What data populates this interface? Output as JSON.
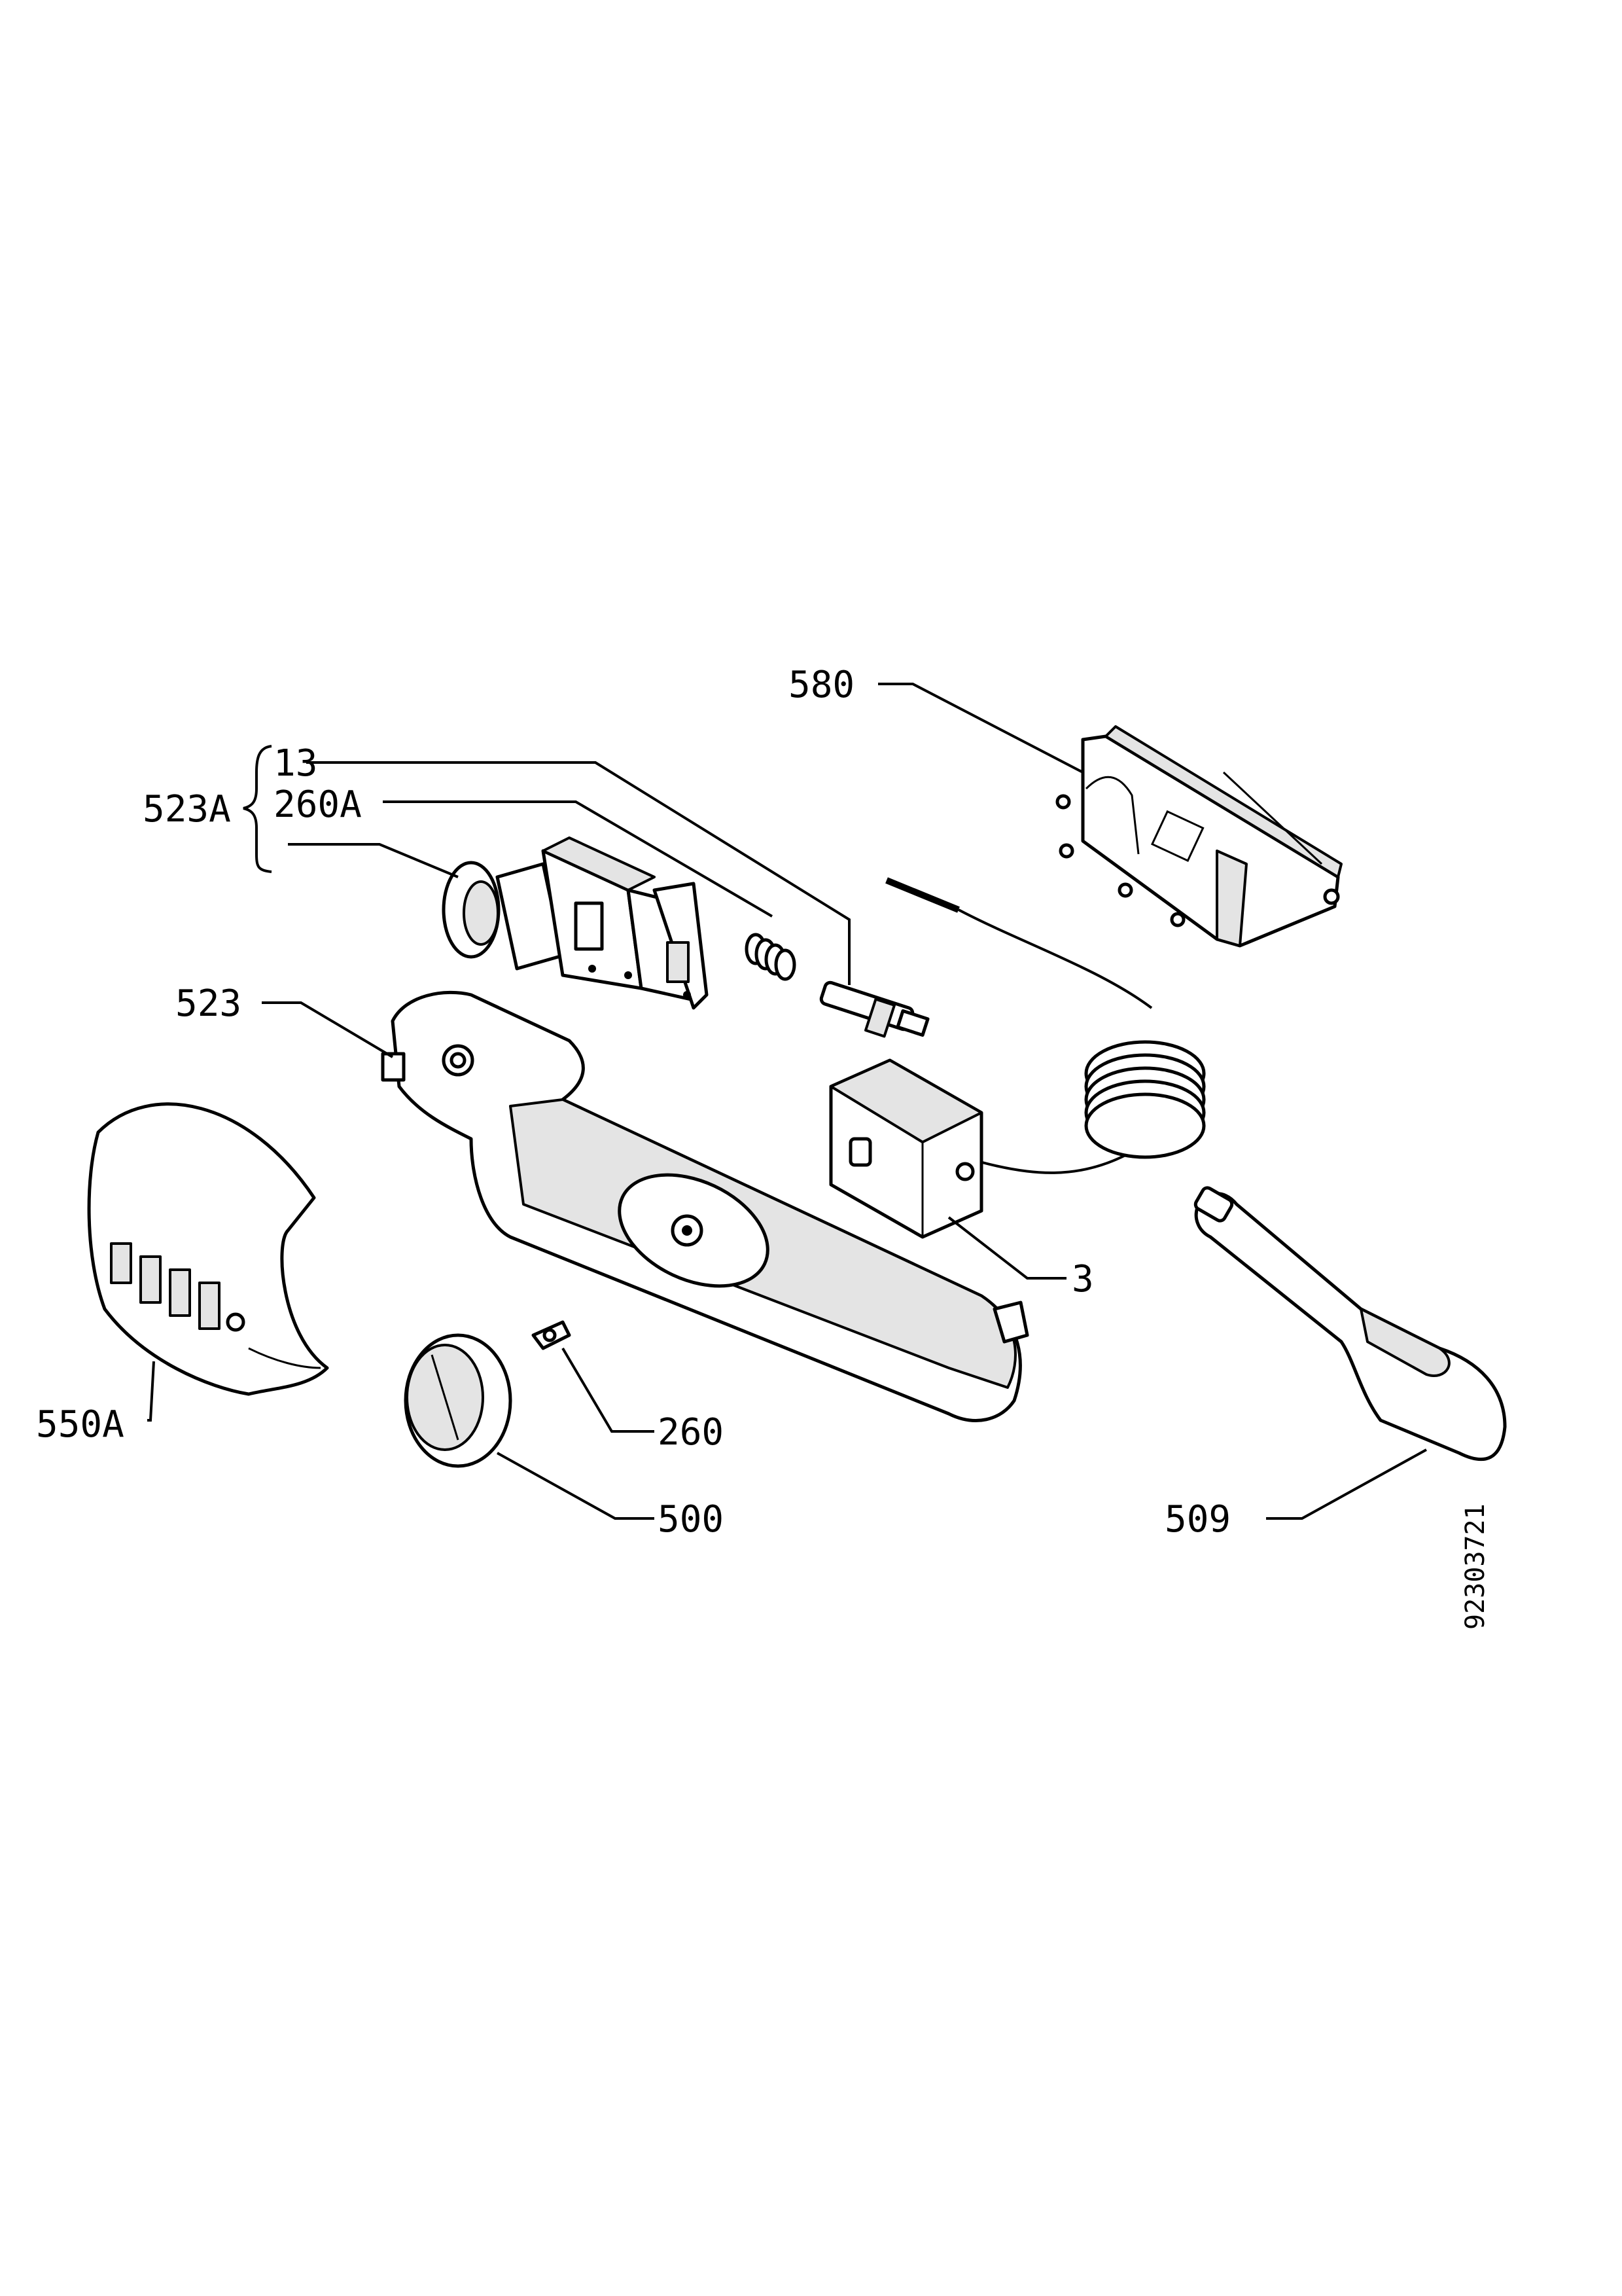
{
  "diagram": {
    "callouts": {
      "c580": "580",
      "c13": "13",
      "c523A": "523A",
      "c260A": "260A",
      "c523": "523",
      "c3": "3",
      "c550A": "550A",
      "c260": "260",
      "c500": "500",
      "c509": "509"
    },
    "drawing_number": "92303721"
  }
}
